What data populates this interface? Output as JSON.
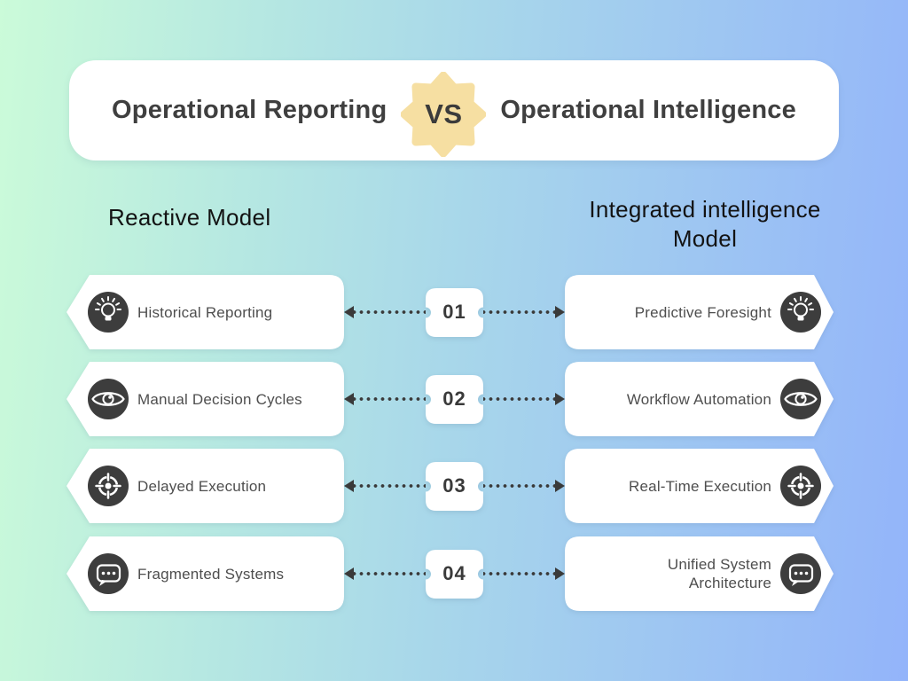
{
  "header": {
    "title_left": "Operational Reporting",
    "vs_label": "VS",
    "title_right": "Operational Intelligence"
  },
  "columns": {
    "left_title": "Reactive Model",
    "right_title": "Integrated intelligence Model"
  },
  "rows": [
    {
      "number": "01",
      "left_label": "Historical Reporting",
      "right_label": "Predictive Foresight",
      "icon": "lightbulb-icon"
    },
    {
      "number": "02",
      "left_label": "Manual Decision Cycles",
      "right_label": "Workflow Automation",
      "icon": "eye-icon"
    },
    {
      "number": "03",
      "left_label": "Delayed Execution",
      "right_label": "Real-Time Execution",
      "icon": "target-icon"
    },
    {
      "number": "04",
      "left_label": "Fragmented Systems",
      "right_label": "Unified System Architecture",
      "icon": "chat-icon"
    }
  ],
  "colors": {
    "background_gradient_start": "#cbfbd9",
    "background_gradient_mid": "#a8d7ea",
    "background_gradient_end": "#93b4fa",
    "card_background": "#ffffff",
    "icon_circle": "#3d3d3d",
    "header_text": "#3f3f3f",
    "card_text": "#4e4e4e",
    "star_badge": "#f6dfa2",
    "dots_and_arrows": "#3a3a3a"
  }
}
